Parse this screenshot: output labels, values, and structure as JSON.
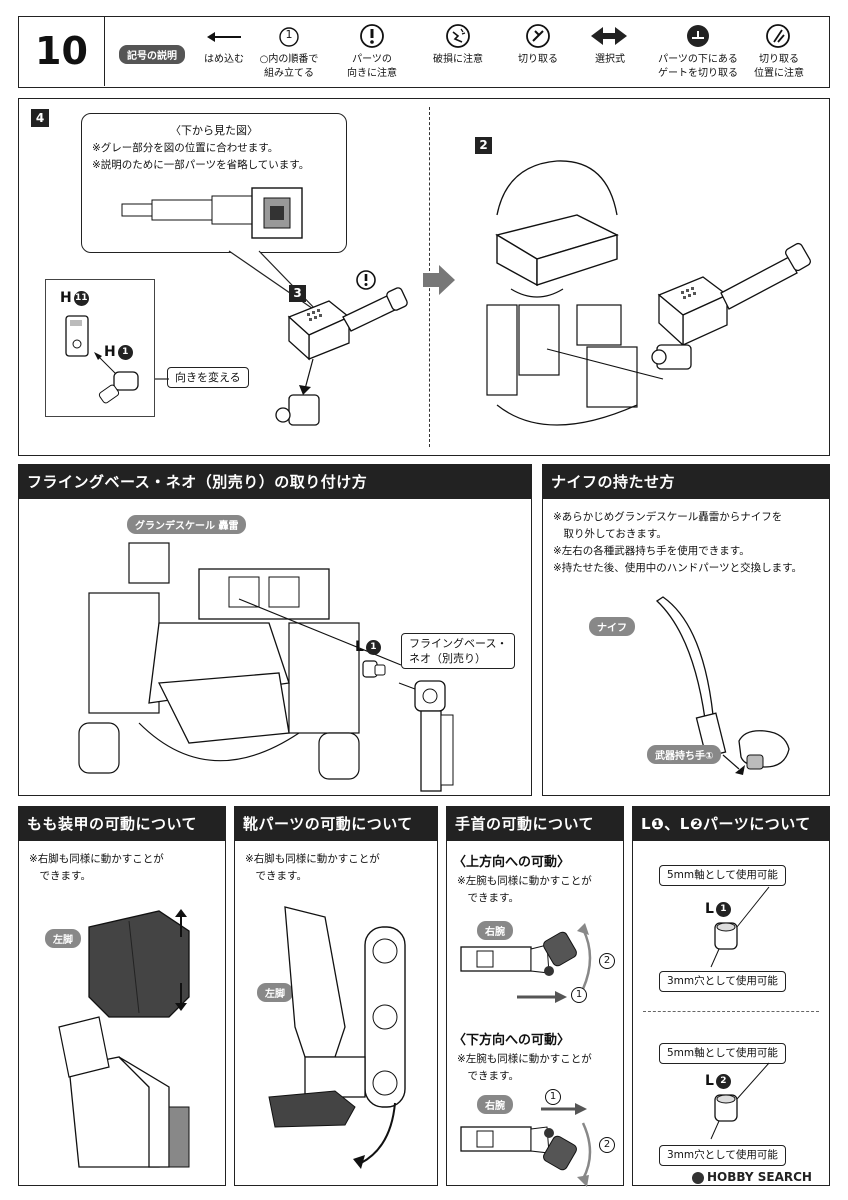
{
  "header": {
    "step_number": "10",
    "legend_title": "記号の説明",
    "symbols": [
      {
        "icon": "arrow-left-icon",
        "label": "はめ込む"
      },
      {
        "icon": "circled-number-icon",
        "label": "○内の順番で\n組み立てる"
      },
      {
        "icon": "caution-icon",
        "label": "パーツの\n向きに注意"
      },
      {
        "icon": "break-icon",
        "label": "破損に注意"
      },
      {
        "icon": "cut-icon",
        "label": "切り取る"
      },
      {
        "icon": "choice-arrow-icon",
        "label": "選択式"
      },
      {
        "icon": "gate-cut-icon",
        "label": "パーツの下にある\nゲートを切り取る"
      },
      {
        "icon": "cut-position-icon",
        "label": "切り取る\n位置に注意"
      }
    ],
    "circled_one": "1"
  },
  "step4": {
    "number": "4",
    "bottom_view_title": "〈下から見た図〉",
    "bottom_view_notes": "※グレー部分を図の位置に合わせます。\n※説明のために一部パーツを省略しています。",
    "sub3": "3",
    "sub2": "2",
    "part_h11": "H",
    "part_h11_num": "11",
    "part_h1": "H",
    "part_h1_num": "1",
    "turn_label": "向きを変える"
  },
  "flying_base": {
    "title": "フライングベース・ネオ（別売り）の取り付け方",
    "model_name": "グランデスケール 轟雷",
    "part_l": "L",
    "part_l_num": "1",
    "base_label": "フライングベース・\nネオ（別売り）"
  },
  "knife": {
    "title": "ナイフの持たせ方",
    "notes": "※あらかじめグランデスケール轟雷からナイフを\n　取り外しておきます。\n※左右の各種武器持ち手を使用できます。\n※持たせた後、使用中のハンドパーツと交換します。",
    "knife_label": "ナイフ",
    "hand_label": "武器持ち手①"
  },
  "thigh": {
    "title": "もも装甲の可動について",
    "notes": "※右脚も同様に動かすことが\n　できます。",
    "leg_tag": "左脚"
  },
  "boots": {
    "title": "靴パーツの可動について",
    "notes": "※右脚も同様に動かすことが\n　できます。",
    "leg_tag": "左脚"
  },
  "wrist": {
    "title": "手首の可動について",
    "up_title": "〈上方向への可動〉",
    "up_notes": "※左腕も同様に動かすことが\n　できます。",
    "up_tag": "右腕",
    "down_title": "〈下方向への可動〉",
    "down_notes": "※左腕も同様に動かすことが\n　できます。",
    "down_tag": "右腕",
    "step1": "1",
    "step2": "2"
  },
  "lparts": {
    "title": "L❶、L❷パーツについて",
    "top_shaft": "5mm軸として使用可能",
    "top_hole": "3mm穴として使用可能",
    "top_part": "L",
    "top_part_num": "1",
    "bot_shaft": "5mm軸として使用可能",
    "bot_hole": "3mm穴として使用可能",
    "bot_part": "L",
    "bot_part_num": "2"
  },
  "watermark": "HOBBY SEARCH"
}
